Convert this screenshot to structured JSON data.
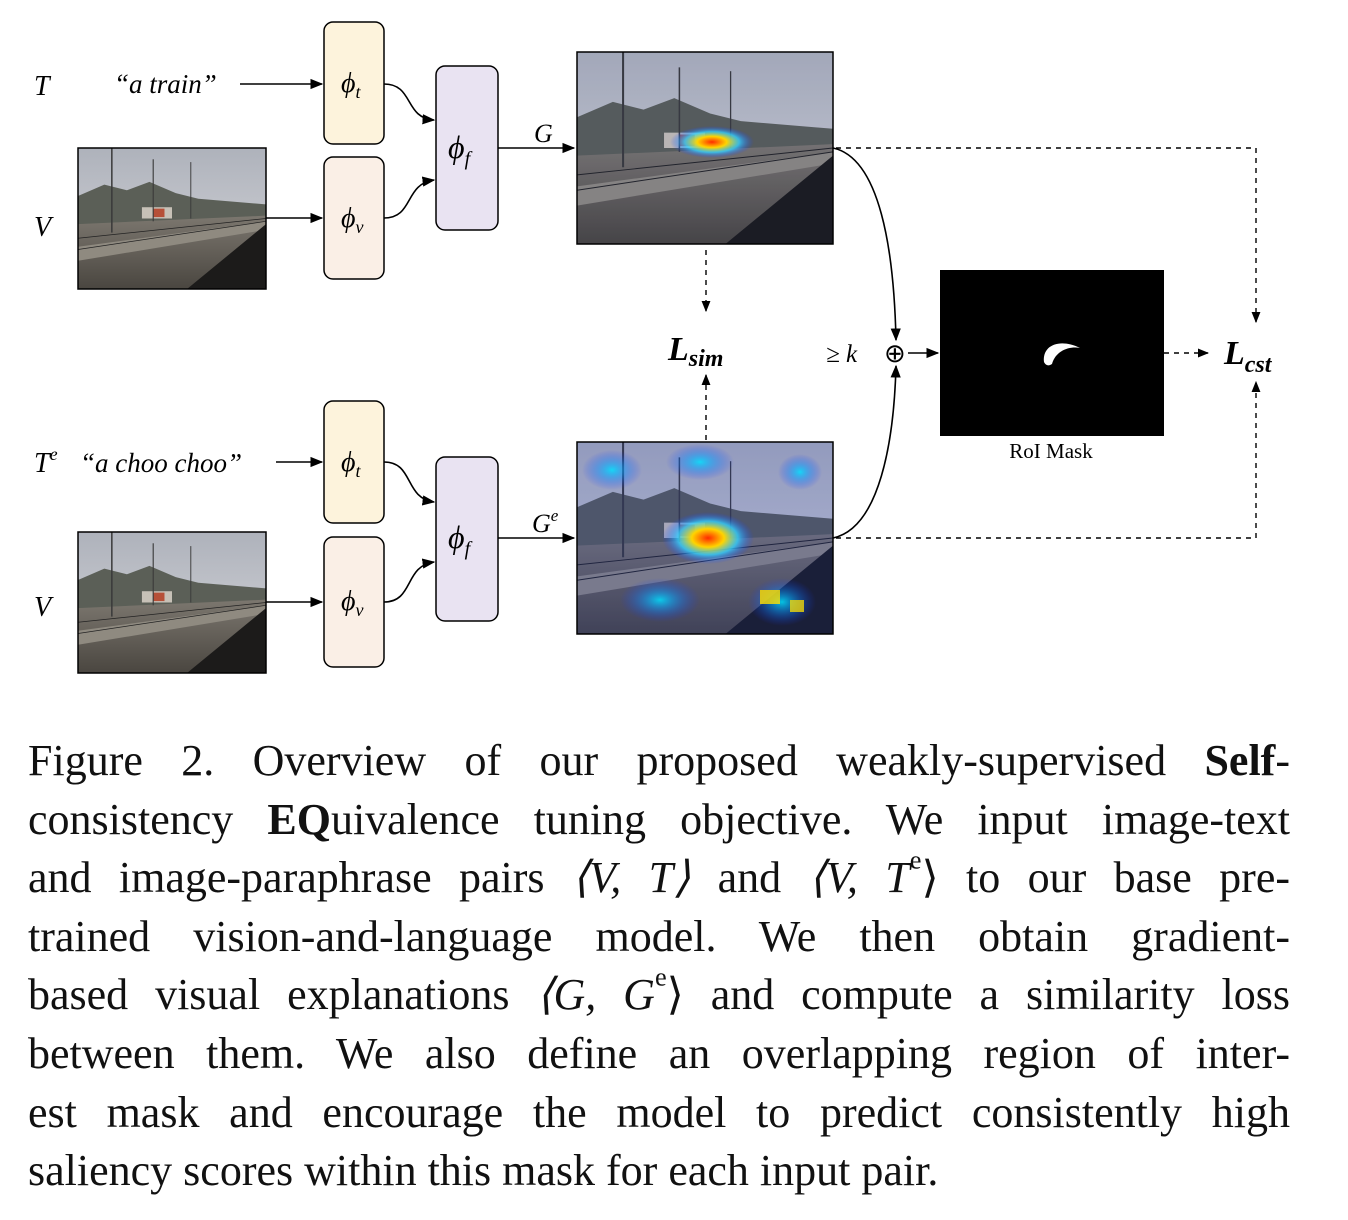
{
  "diagram": {
    "top_branch": {
      "text_symbol": "T",
      "text_phrase": "“a train”",
      "visual_symbol": "V",
      "text_encoder": "ϕ",
      "text_encoder_sub": "t",
      "visual_encoder": "ϕ",
      "visual_encoder_sub": "v",
      "fusion": "ϕ",
      "fusion_sub": "f",
      "output_label": "G"
    },
    "bottom_branch": {
      "text_symbol": "T",
      "text_symbol_sup": "e",
      "text_phrase": "“a choo choo”",
      "visual_symbol": "V",
      "text_encoder": "ϕ",
      "text_encoder_sub": "t",
      "visual_encoder": "ϕ",
      "visual_encoder_sub": "v",
      "fusion": "ϕ",
      "fusion_sub": "f",
      "output_label": "G",
      "output_label_sup": "e"
    },
    "loss_sim": "L",
    "loss_sim_sub": "sim",
    "threshold": "≥ k",
    "combine_symbol": "⊕",
    "roi_mask_label": "RoI Mask",
    "loss_cst": "L",
    "loss_cst_sub": "cst"
  },
  "caption": {
    "l1a": "Figure 2.  Overview of our proposed weakly-supervised ",
    "l1b": "Self",
    "l1c": "-",
    "l2a": "consistency ",
    "l2b": "EQ",
    "l2c": "uivalence tuning objective.  We input image-text",
    "l3a": "and image-paraphrase pairs ",
    "l3b": "⟨V, T⟩",
    "l3c": " and ",
    "l3d": "⟨V, T",
    "l3e": "e",
    "l3f": "⟩",
    "l3g": " to our base pre-",
    "l4": "trained vision-and-language model.  We then obtain gradient-",
    "l5a": "based visual explanations ",
    "l5b": "⟨G, G",
    "l5c": "e",
    "l5d": "⟩",
    "l5e": " and compute a similarity loss",
    "l6": "between them.  We also define an overlapping region of inter-",
    "l7": "est mask and encourage the model to predict consistently high",
    "l8": "saliency scores within this mask for each input pair."
  }
}
